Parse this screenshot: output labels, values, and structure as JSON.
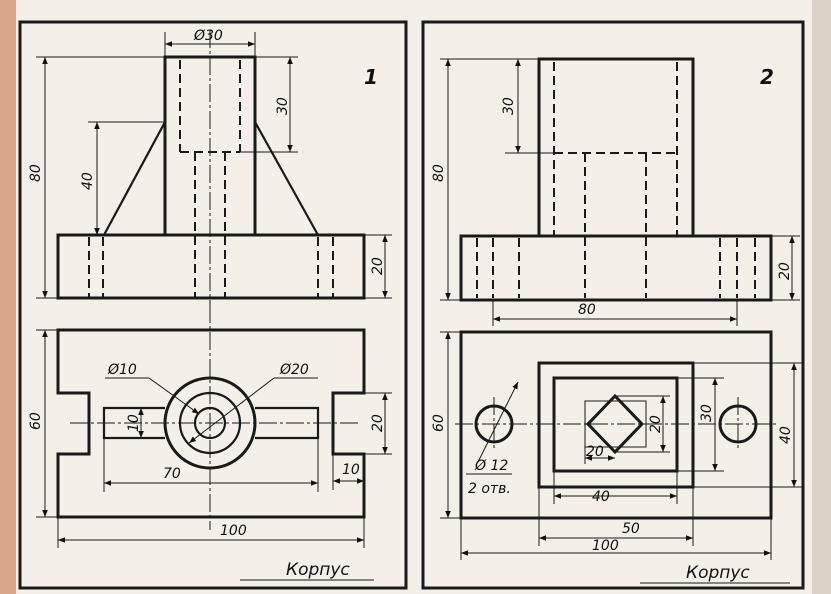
{
  "sheet1": {
    "number": "1",
    "title": "Корпус",
    "dims": {
      "d30": "Ø30",
      "h30": "30",
      "h80": "80",
      "h40": "40",
      "h20": "20",
      "w60": "60",
      "d10": "Ø10",
      "d20": "Ø20",
      "w10a": "10",
      "w20": "20",
      "w70": "70",
      "w10b": "10",
      "w100": "100"
    }
  },
  "sheet2": {
    "number": "2",
    "title": "Корпус",
    "dims": {
      "h30": "30",
      "h80": "80",
      "h20": "20",
      "w80": "80",
      "w60": "60",
      "d12": "Ø 12",
      "holes": "2 отв.",
      "w20a": "20",
      "w20b": "20",
      "w30": "30",
      "w40v": "40",
      "w40h": "40",
      "w50": "50",
      "w100": "100"
    }
  }
}
